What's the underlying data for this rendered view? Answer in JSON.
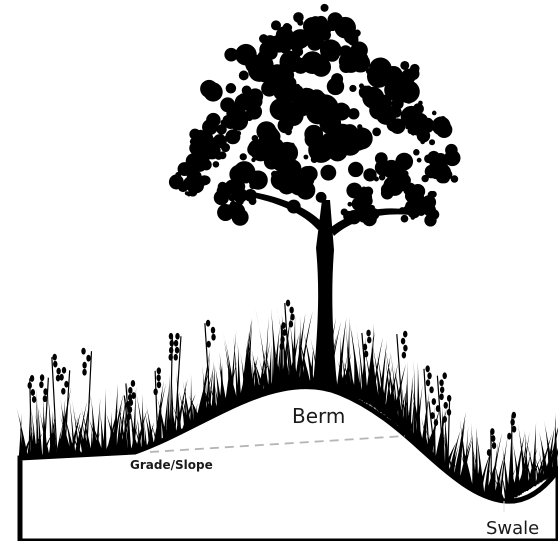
{
  "diagram": {
    "labels": {
      "berm": "Berm",
      "grade": "Grade/Slope",
      "swale": "Swale"
    },
    "colors": {
      "silhouette": "#000000",
      "ground": "#ffffff",
      "grade_line": "#b5b5b5",
      "text": "#1a1a1a"
    }
  }
}
